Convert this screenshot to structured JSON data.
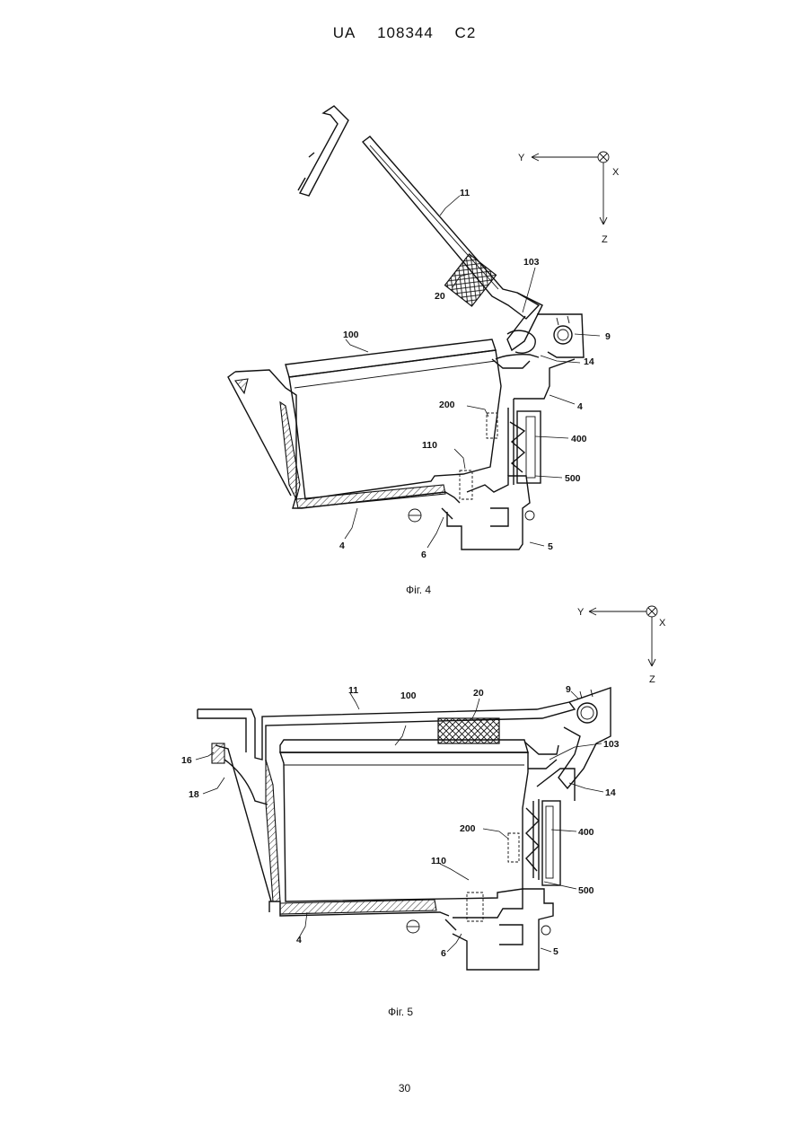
{
  "header": {
    "office": "UA",
    "number": "108344",
    "kind": "C2"
  },
  "figures": [
    {
      "caption": "Фіг. 4",
      "axes": {
        "y": "Y",
        "x": "X",
        "z": "Z"
      },
      "labels": {
        "l11": "11",
        "l103": "103",
        "l20": "20",
        "l9": "9",
        "l100": "100",
        "l14": "14",
        "l4a": "4",
        "l200": "200",
        "l400": "400",
        "l110": "110",
        "l500": "500",
        "l4b": "4",
        "l6": "6",
        "l5": "5"
      }
    },
    {
      "caption": "Фіг. 5",
      "axes": {
        "y": "Y",
        "x": "X",
        "z": "Z"
      },
      "labels": {
        "l11": "11",
        "l100": "100",
        "l20": "20",
        "l9": "9",
        "l103": "103",
        "l16": "16",
        "l14": "14",
        "l18": "18",
        "l200": "200",
        "l400": "400",
        "l110": "110",
        "l500": "500",
        "l4": "4",
        "l6": "6",
        "l5": "5"
      }
    }
  ],
  "page_number": "30"
}
